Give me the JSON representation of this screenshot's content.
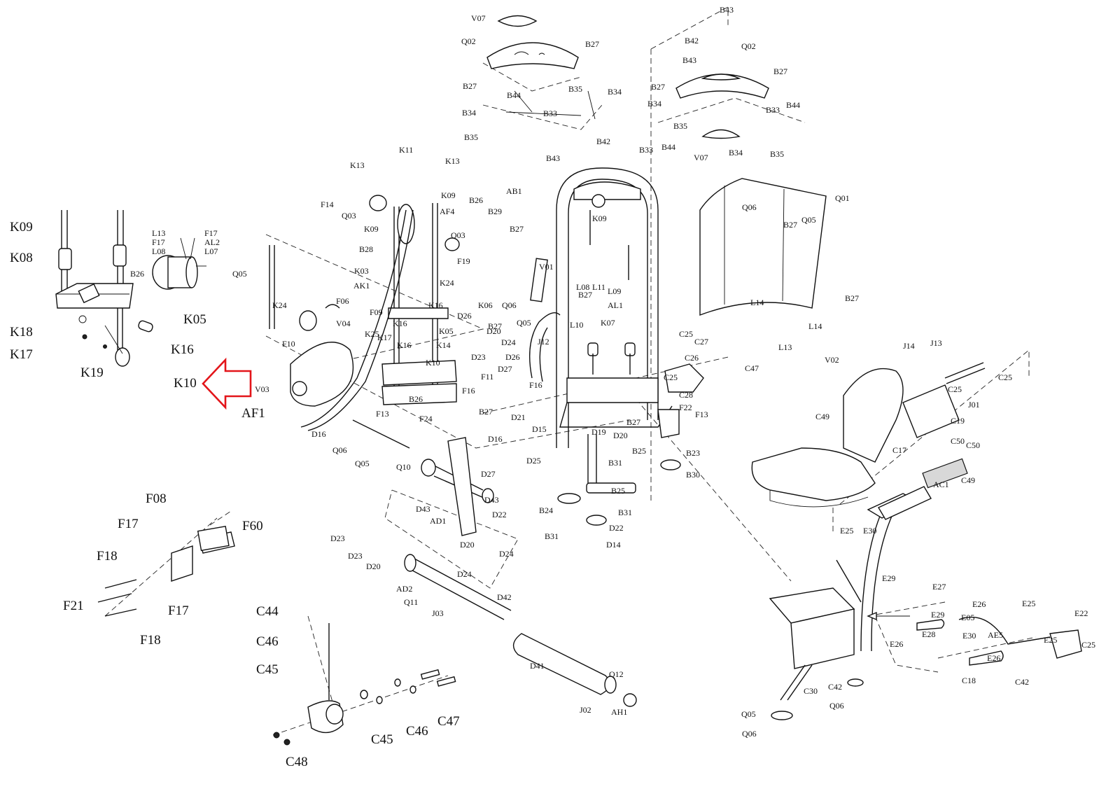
{
  "diagram": {
    "highlight": {
      "target": "K10",
      "arrow_color": "#e3151a"
    },
    "labels_large": [
      "K09",
      "K08",
      "K18",
      "K17",
      "K19",
      "K16",
      "K05",
      "K10",
      "AF1",
      "F08",
      "F17",
      "F18",
      "F60",
      "F21",
      "F17",
      "F18",
      "C44",
      "C46",
      "C45",
      "C45",
      "C46",
      "C47",
      "C48"
    ],
    "labels_small": [
      "V07",
      "Q02",
      "B27",
      "B27",
      "B44",
      "B35",
      "B34",
      "B34",
      "B33",
      "B35",
      "B42",
      "B43",
      "B43",
      "B42",
      "B43",
      "Q02",
      "B27",
      "B27",
      "B34",
      "B35",
      "B44",
      "B33",
      "B44",
      "B33",
      "B34",
      "B35",
      "V07",
      "K11",
      "K13",
      "K13",
      "K09",
      "F14",
      "Q03",
      "AF4",
      "K09",
      "B26",
      "B29",
      "B27",
      "Q03",
      "F19",
      "B28",
      "AB1",
      "K09",
      "Q06",
      "B27",
      "Q05",
      "K03",
      "K24",
      "AK1",
      "K24",
      "F06",
      "V04",
      "F09",
      "K16",
      "K17",
      "K16",
      "K05",
      "K25",
      "K16",
      "K14",
      "K10",
      "K06",
      "Q06",
      "Q05",
      "B27",
      "D26",
      "D20",
      "D24",
      "D23",
      "D26",
      "D27",
      "F11",
      "J12",
      "V01",
      "L08",
      "L11",
      "L09",
      "B27",
      "AL1",
      "L10",
      "K07",
      "C25",
      "C27",
      "C26",
      "C47",
      "C28",
      "C25",
      "F22",
      "F13",
      "F10",
      "V03",
      "B26",
      "F16",
      "F16",
      "F13",
      "F24",
      "D16",
      "Q06",
      "Q05",
      "B27",
      "D21",
      "D15",
      "D16",
      "Q10",
      "D27",
      "D25",
      "D19",
      "D20",
      "B27",
      "B25",
      "B31",
      "B23",
      "B30",
      "B25",
      "B31",
      "B24",
      "B31",
      "D22",
      "D14",
      "D43",
      "AD1",
      "D43",
      "D22",
      "D20",
      "D24",
      "D23",
      "D23",
      "D20",
      "D24",
      "AD2",
      "Q11",
      "J03",
      "D42",
      "D41",
      "Q12",
      "J02",
      "AH1",
      "V02",
      "J14",
      "J13",
      "C25",
      "C25",
      "J01",
      "C19",
      "C50",
      "C49",
      "C17",
      "C50",
      "C49",
      "AC1",
      "E25",
      "E30",
      "E29",
      "E27",
      "E29",
      "E26",
      "E25",
      "E22",
      "E05",
      "E26",
      "E28",
      "E30",
      "AE5",
      "E25",
      "E26",
      "C25",
      "C18",
      "C42",
      "C30",
      "C42",
      "Q06",
      "Q05",
      "Q06",
      "Q01",
      "Q05",
      "B27",
      "L14",
      "L14",
      "L13",
      "L13",
      "F17",
      "F17",
      "AL2",
      "L08",
      "L07",
      "B26"
    ]
  }
}
